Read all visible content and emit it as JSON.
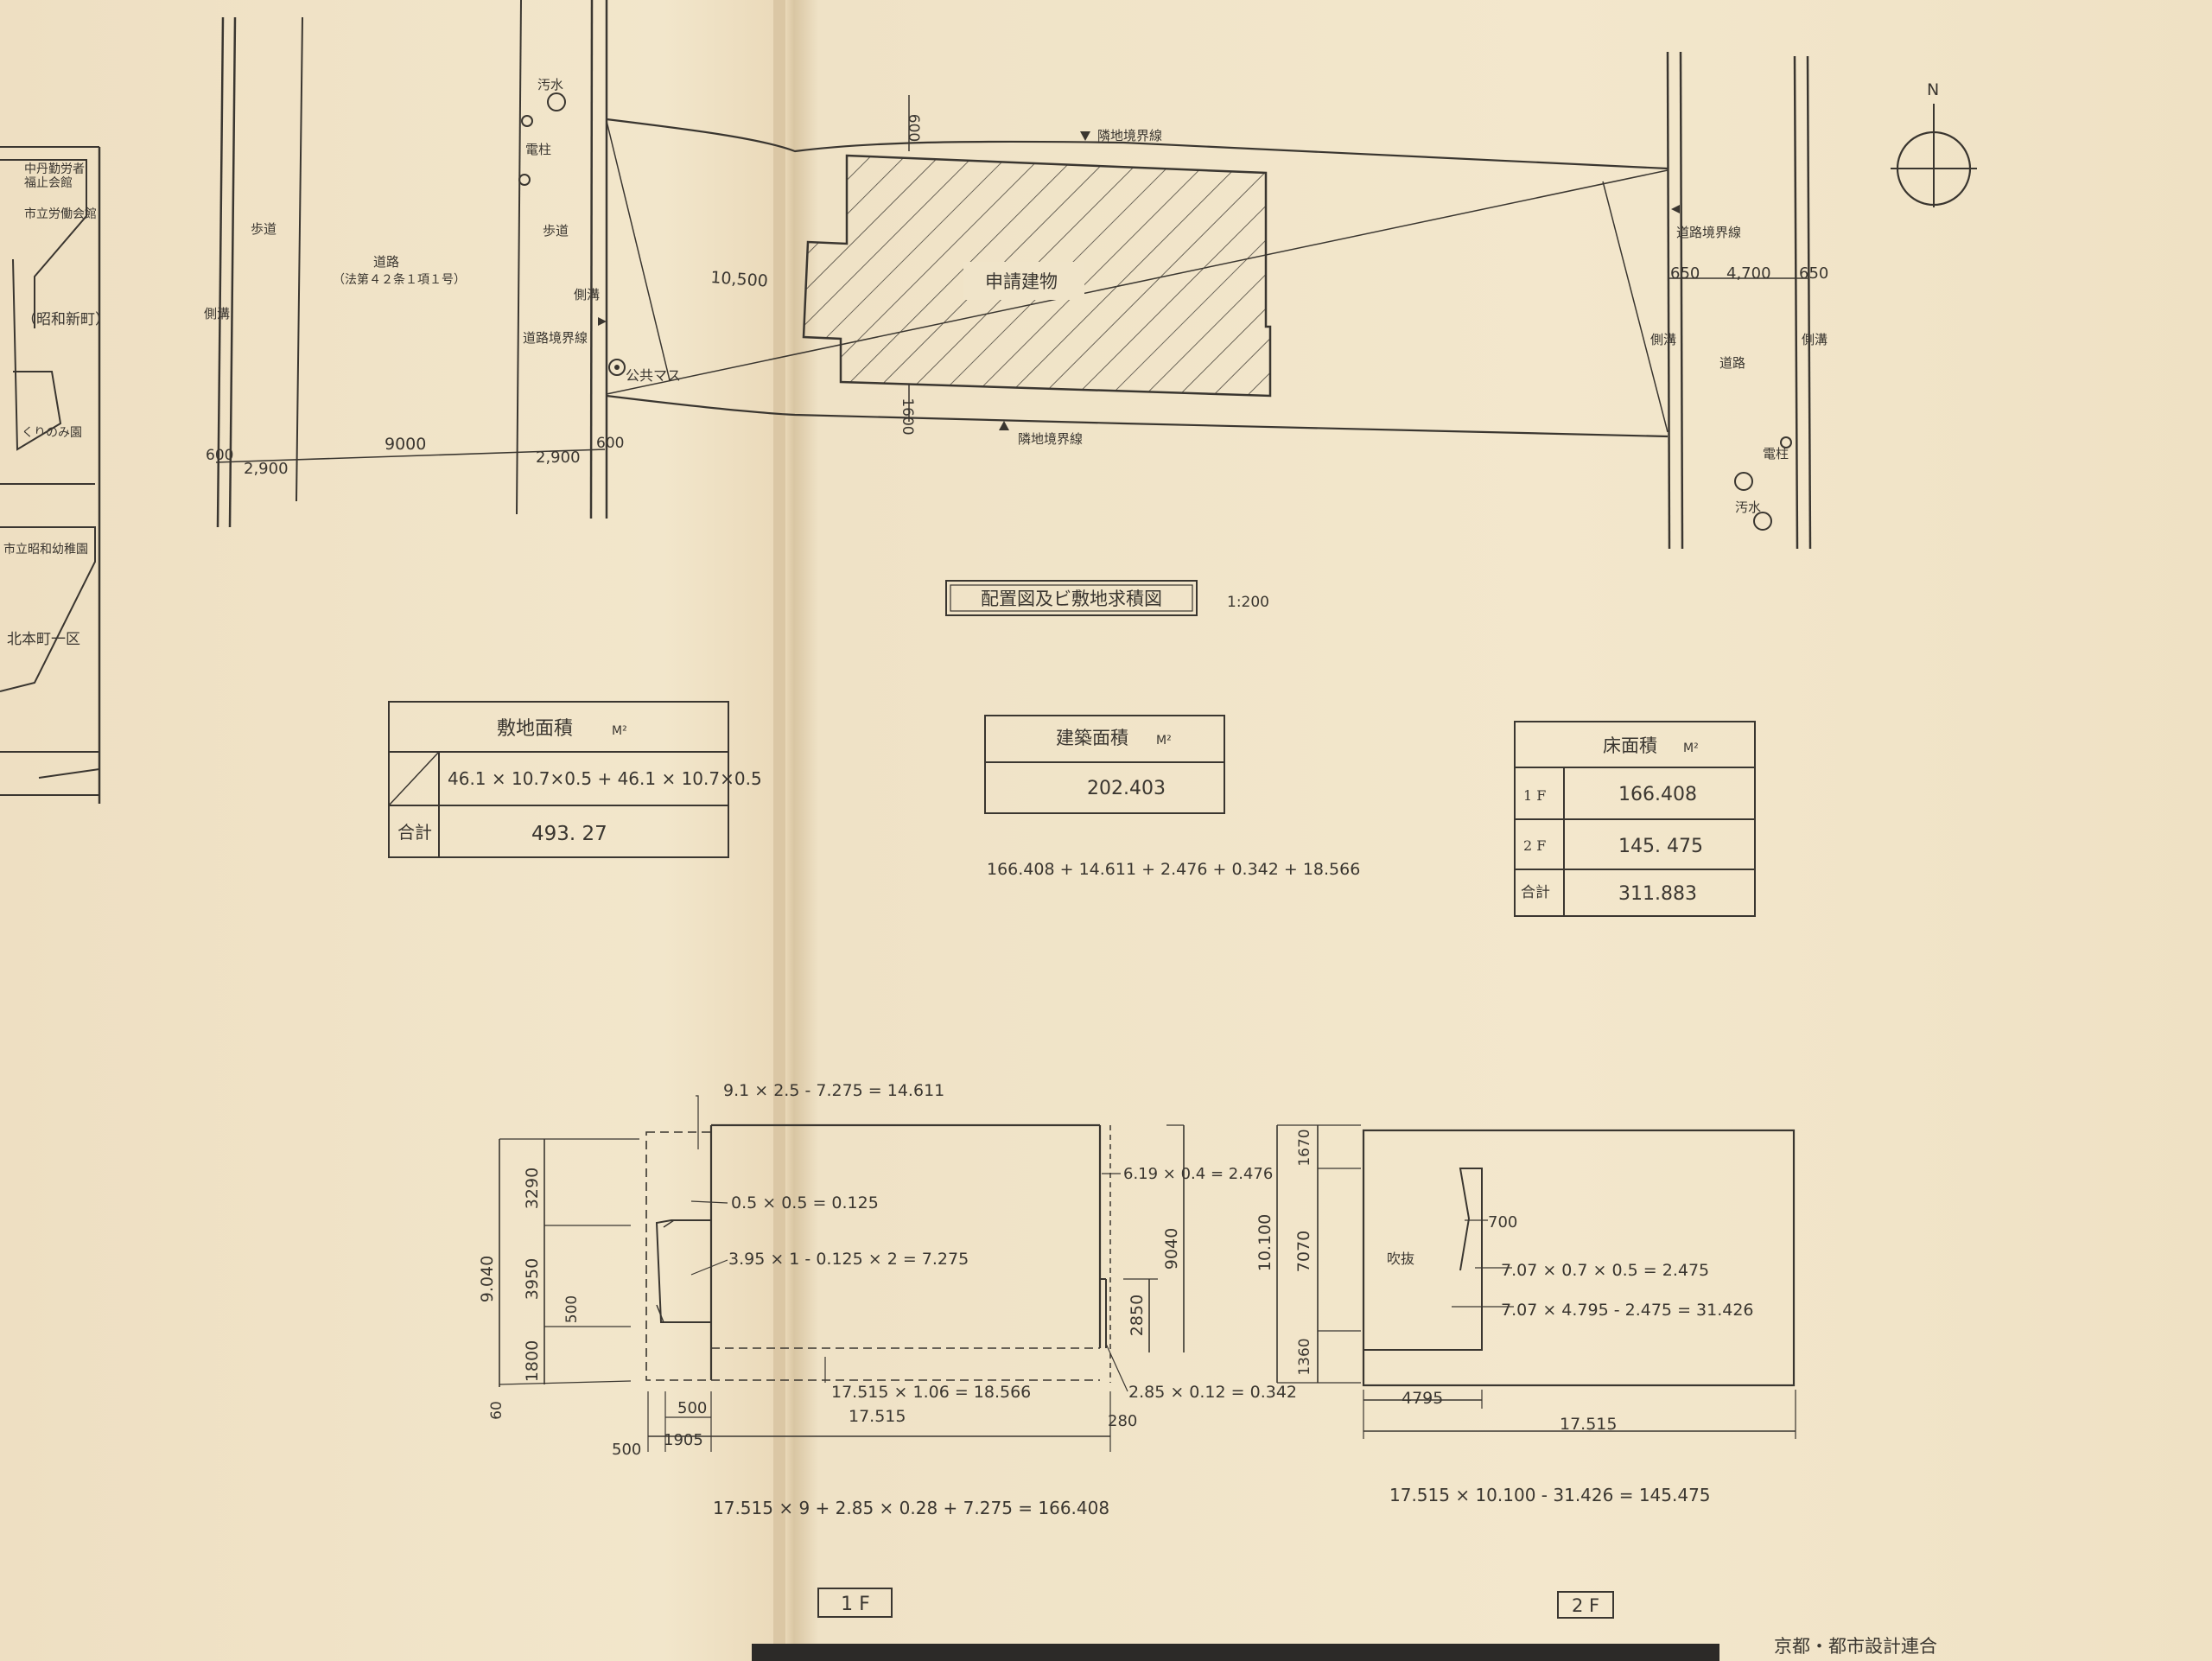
{
  "left_strip": {
    "labels": [
      "中丹勤労者",
      "福止会館",
      "市立労働会館",
      "（昭和新町）",
      "くりのみ園",
      "市立昭和幼稚園",
      "北本町一区"
    ]
  },
  "site_plan": {
    "left_road": {
      "sidewalk_left": "歩道",
      "gutter_left": "側溝",
      "road": "道路",
      "road_law": "（法第４２条１項１号）",
      "sidewalk_right": "歩道",
      "gutter_right": "側溝",
      "road_boundary": "道路境界線",
      "sewage": "汚水",
      "utility_pole": "電柱",
      "public_manhole": "公共マス",
      "dims": [
        "600",
        "2,900",
        "9000",
        "2,900",
        "600"
      ]
    },
    "site": {
      "top_boundary": "隣地境界線",
      "bottom_boundary": "隣地境界線",
      "building_label": "申請建物",
      "dim_top": "600",
      "dim_bottom": "1600",
      "dim_diag": "10,500"
    },
    "right_road": {
      "road_boundary": "道路境界線",
      "gutter_left": "側溝",
      "road": "道路",
      "gutter_right": "側溝",
      "utility_pole": "電柱",
      "sewage": "汚水",
      "dims": [
        "650",
        "4,700",
        "650"
      ]
    },
    "north": "N",
    "title": "配置図及ビ敷地求積図",
    "scale": "1:200"
  },
  "site_area_table": {
    "header": "敷地面積",
    "unit": "M²",
    "formula": "46.1 × 10.7×0.5 + 46.1 × 10.7×0.5",
    "total_label": "合計",
    "total": "493. 27"
  },
  "building_area_table": {
    "header": "建築面積",
    "unit": "M²",
    "value": "202.403",
    "formula": "166.408 + 14.611 + 2.476 + 0.342 + 18.566"
  },
  "floor_area_table": {
    "header": "床面積",
    "unit": "M²",
    "rows": [
      {
        "label": "1 F",
        "value": "166.408"
      },
      {
        "label": "2 F",
        "value": "145. 475"
      },
      {
        "label": "合計",
        "value": "311.883"
      }
    ]
  },
  "plan_1f": {
    "label": "1 F",
    "annotations": [
      "9.1 × 2.5 - 7.275 = 14.611",
      "0.5 × 0.5 = 0.125",
      "3.95 × 1 - 0.125 × 2 = 7.275",
      "6.19 × 0.4 = 2.476",
      "17.515 × 1.06 = 18.566",
      "2.85 × 0.12 = 0.342"
    ],
    "dims_vertical": [
      "3290",
      "3950",
      "500",
      "1800",
      "9.040",
      "60",
      "9040",
      "2850"
    ],
    "dims_horizontal": [
      "500",
      "1905",
      "500",
      "17.515",
      "280"
    ],
    "formula": "17.515 × 9 + 2.85 × 0.28 + 7.275 = 166.408"
  },
  "plan_2f": {
    "label": "2 F",
    "void_label": "吹抜",
    "annotations": [
      "700",
      "7.07 × 0.7 × 0.5 = 2.475",
      "7.07 × 4.795 - 2.475 = 31.426"
    ],
    "dims_vertical": [
      "1670",
      "7070",
      "1360",
      "10.100"
    ],
    "dims_horizontal": [
      "4795",
      "17.515"
    ],
    "formula": "17.515 × 10.100 - 31.426 = 145.475"
  },
  "footer": {
    "firm": "京都・都市設計連合"
  }
}
